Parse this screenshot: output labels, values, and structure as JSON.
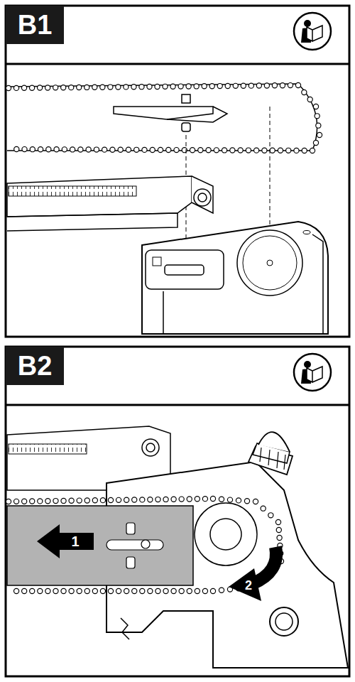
{
  "diagram": {
    "labels": [
      "B1",
      "B2",
      "1",
      "2"
    ]
  }
}
